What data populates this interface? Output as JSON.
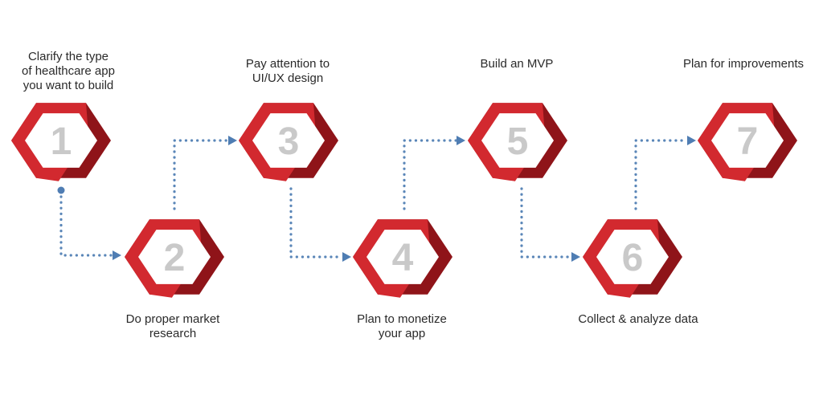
{
  "colors": {
    "hex_face": "#d2292f",
    "hex_shadow": "#8f1419",
    "hex_inner": "#ffffff",
    "number": "#c9c9c9",
    "connector": "#5a86b8",
    "label_text": "#2a2a2a"
  },
  "steps": [
    {
      "number": "1",
      "label": "Clarify the type\nof healthcare app\nyou want to build"
    },
    {
      "number": "2",
      "label": "Do proper market\nresearch"
    },
    {
      "number": "3",
      "label": "Pay attention to\nUI/UX design"
    },
    {
      "number": "4",
      "label": "Plan to monetize\nyour app"
    },
    {
      "number": "5",
      "label": "Build an MVP"
    },
    {
      "number": "6",
      "label": "Collect & analyze data"
    },
    {
      "number": "7",
      "label": "Plan for improvements"
    }
  ]
}
